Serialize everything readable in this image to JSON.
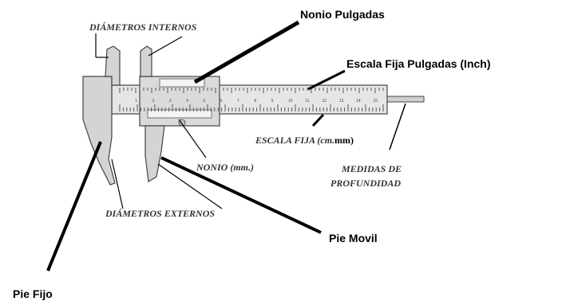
{
  "labels": {
    "nonio_pulgadas": "Nonio Pulgadas",
    "escala_fija_pulgadas": "Escala Fija Pulgadas (Inch)",
    "diametros_internos": "DIÁMETROS INTERNOS",
    "escala_fija_cm_prefix": "ESCALA FIJA (cm.",
    "escala_fija_cm_suffix": "mm)",
    "nonio_mm": "NONIO (mm.)",
    "medidas_line1": "MEDIDAS DE",
    "medidas_line2": "PROFUNDIDAD",
    "diametros_externos": "DIÁMETROS EXTERNOS",
    "pie_movil": "Pie Movil",
    "pie_fijo": "Pie Fijo"
  },
  "scale_numbers": [
    "1",
    "2",
    "3",
    "4",
    "5",
    "6",
    "7",
    "8",
    "9",
    "10",
    "11",
    "12",
    "13",
    "14",
    "15"
  ],
  "colors": {
    "ink": "#000000",
    "metal": "#d9d9d9",
    "metal_dark": "#9a9a9a",
    "outline": "#444444"
  }
}
